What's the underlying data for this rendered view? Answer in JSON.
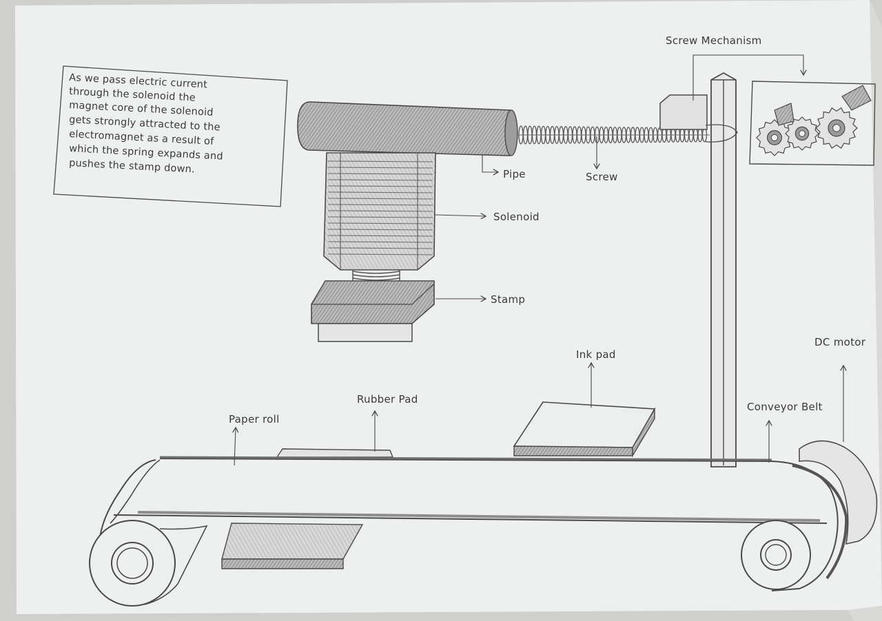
{
  "note": {
    "lines": [
      "As we pass electric current",
      "through the solenoid the",
      "magnet core of the solenoid",
      "gets strongly attracted to the",
      "electromagnet as a result of",
      "which the spring expands and",
      "pushes the stamp down."
    ]
  },
  "labels": {
    "screw_mechanism": "Screw Mechanism",
    "pipe": "Pipe",
    "screw": "Screw",
    "solenoid": "Solenoid",
    "stamp": "Stamp",
    "ink_pad": "Ink pad",
    "dc_motor": "DC motor",
    "rubber_pad": "Rubber Pad",
    "paper_roll": "Paper roll",
    "conveyor_belt": "Conveyor Belt"
  },
  "colors": {
    "paper": "#eef0ef",
    "pencil": "#4a4a4a",
    "shade": "#8e8e8e"
  }
}
